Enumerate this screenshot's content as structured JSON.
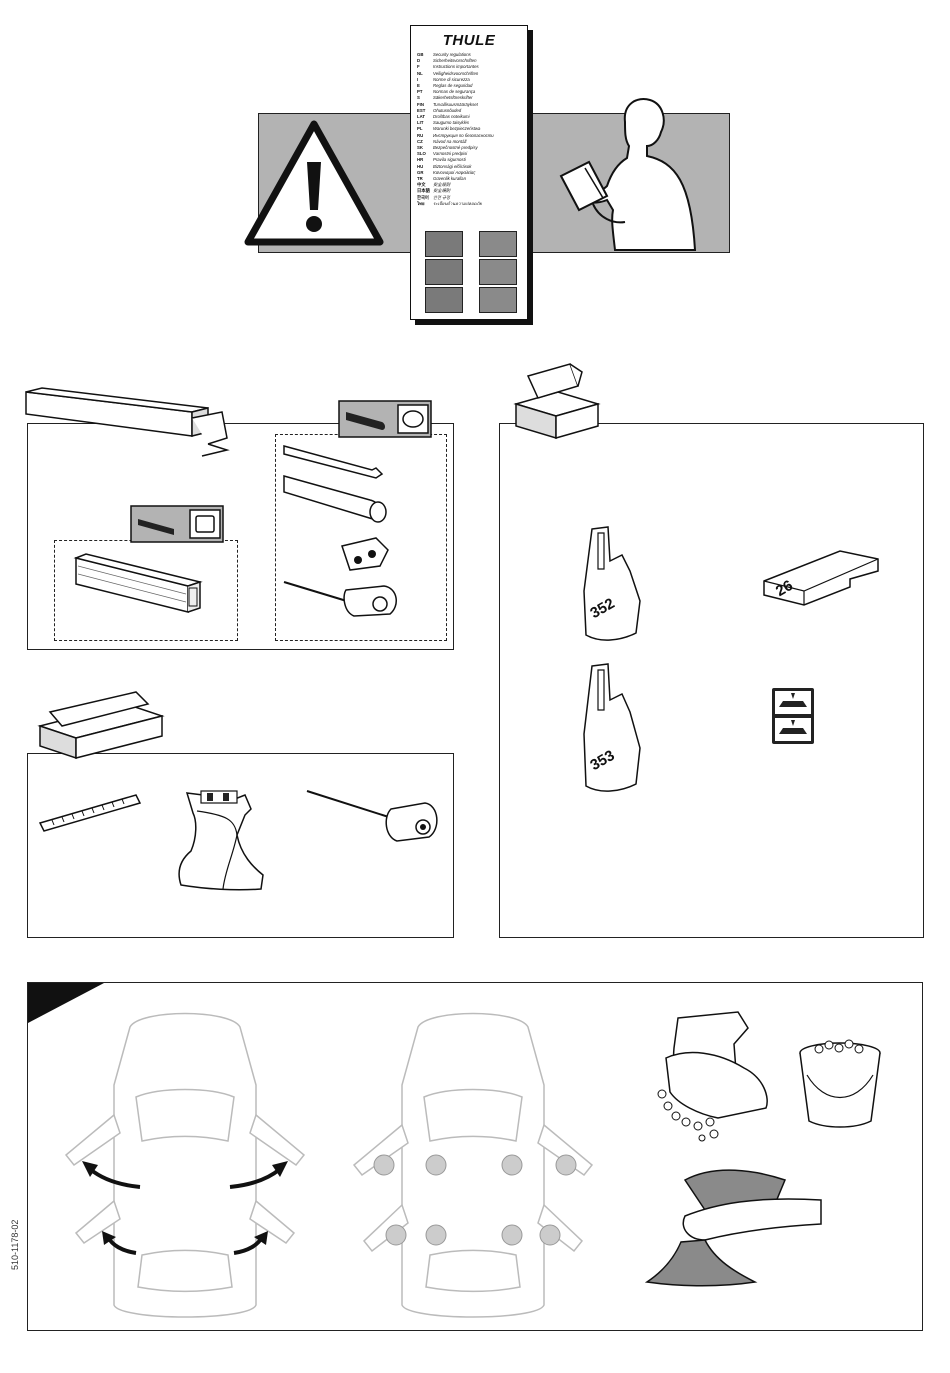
{
  "booklet": {
    "brand": "THULE",
    "languages": [
      {
        "code": "GB",
        "text": "Security regulations"
      },
      {
        "code": "D",
        "text": "Sicherheitsvorschriften"
      },
      {
        "code": "F",
        "text": "Instructions importantes"
      },
      {
        "code": "NL",
        "text": "Veiligheidsvoorschriften"
      },
      {
        "code": "I",
        "text": "Norme di sicurezza"
      },
      {
        "code": "E",
        "text": "Reglas de seguridad"
      },
      {
        "code": "PT",
        "text": "Normas de segurança"
      },
      {
        "code": "S",
        "text": "Säkerhetsföreskrifter"
      },
      {
        "code": "FIN",
        "text": "Turvallisuusmääräykset"
      },
      {
        "code": "EST",
        "text": "Ohutusnõuded"
      },
      {
        "code": "LAT",
        "text": "Drošības noteikumi"
      },
      {
        "code": "LIT",
        "text": "Saugumo taisyklės"
      },
      {
        "code": "PL",
        "text": "Warunki bezpieczeństwa"
      },
      {
        "code": "RU",
        "text": "Инструкция по безопасности"
      },
      {
        "code": "CZ",
        "text": "Návod na montáž"
      },
      {
        "code": "SK",
        "text": "Bezpečnostné predpisy"
      },
      {
        "code": "SLO",
        "text": "Varnostni predpisi"
      },
      {
        "code": "HR",
        "text": "Pravila sigurnosti"
      },
      {
        "code": "HU",
        "text": "Biztonsági előírások"
      },
      {
        "code": "GR",
        "text": "Κανονισμοί Ασφαλείας"
      },
      {
        "code": "TR",
        "text": "Güvenlik kuralları"
      },
      {
        "code": "中文",
        "text": "安全规则"
      },
      {
        "code": "日本語",
        "text": "安全規則"
      },
      {
        "code": "한국어",
        "text": "안전 규정"
      },
      {
        "code": "ไทย",
        "text": "ระเบียบด้านความปลอดภัย"
      }
    ]
  },
  "parts": {
    "fitting_352": "352",
    "fitting_353": "353",
    "pad_26": "26"
  },
  "footer": {
    "doc_number": "510-1178-02"
  }
}
